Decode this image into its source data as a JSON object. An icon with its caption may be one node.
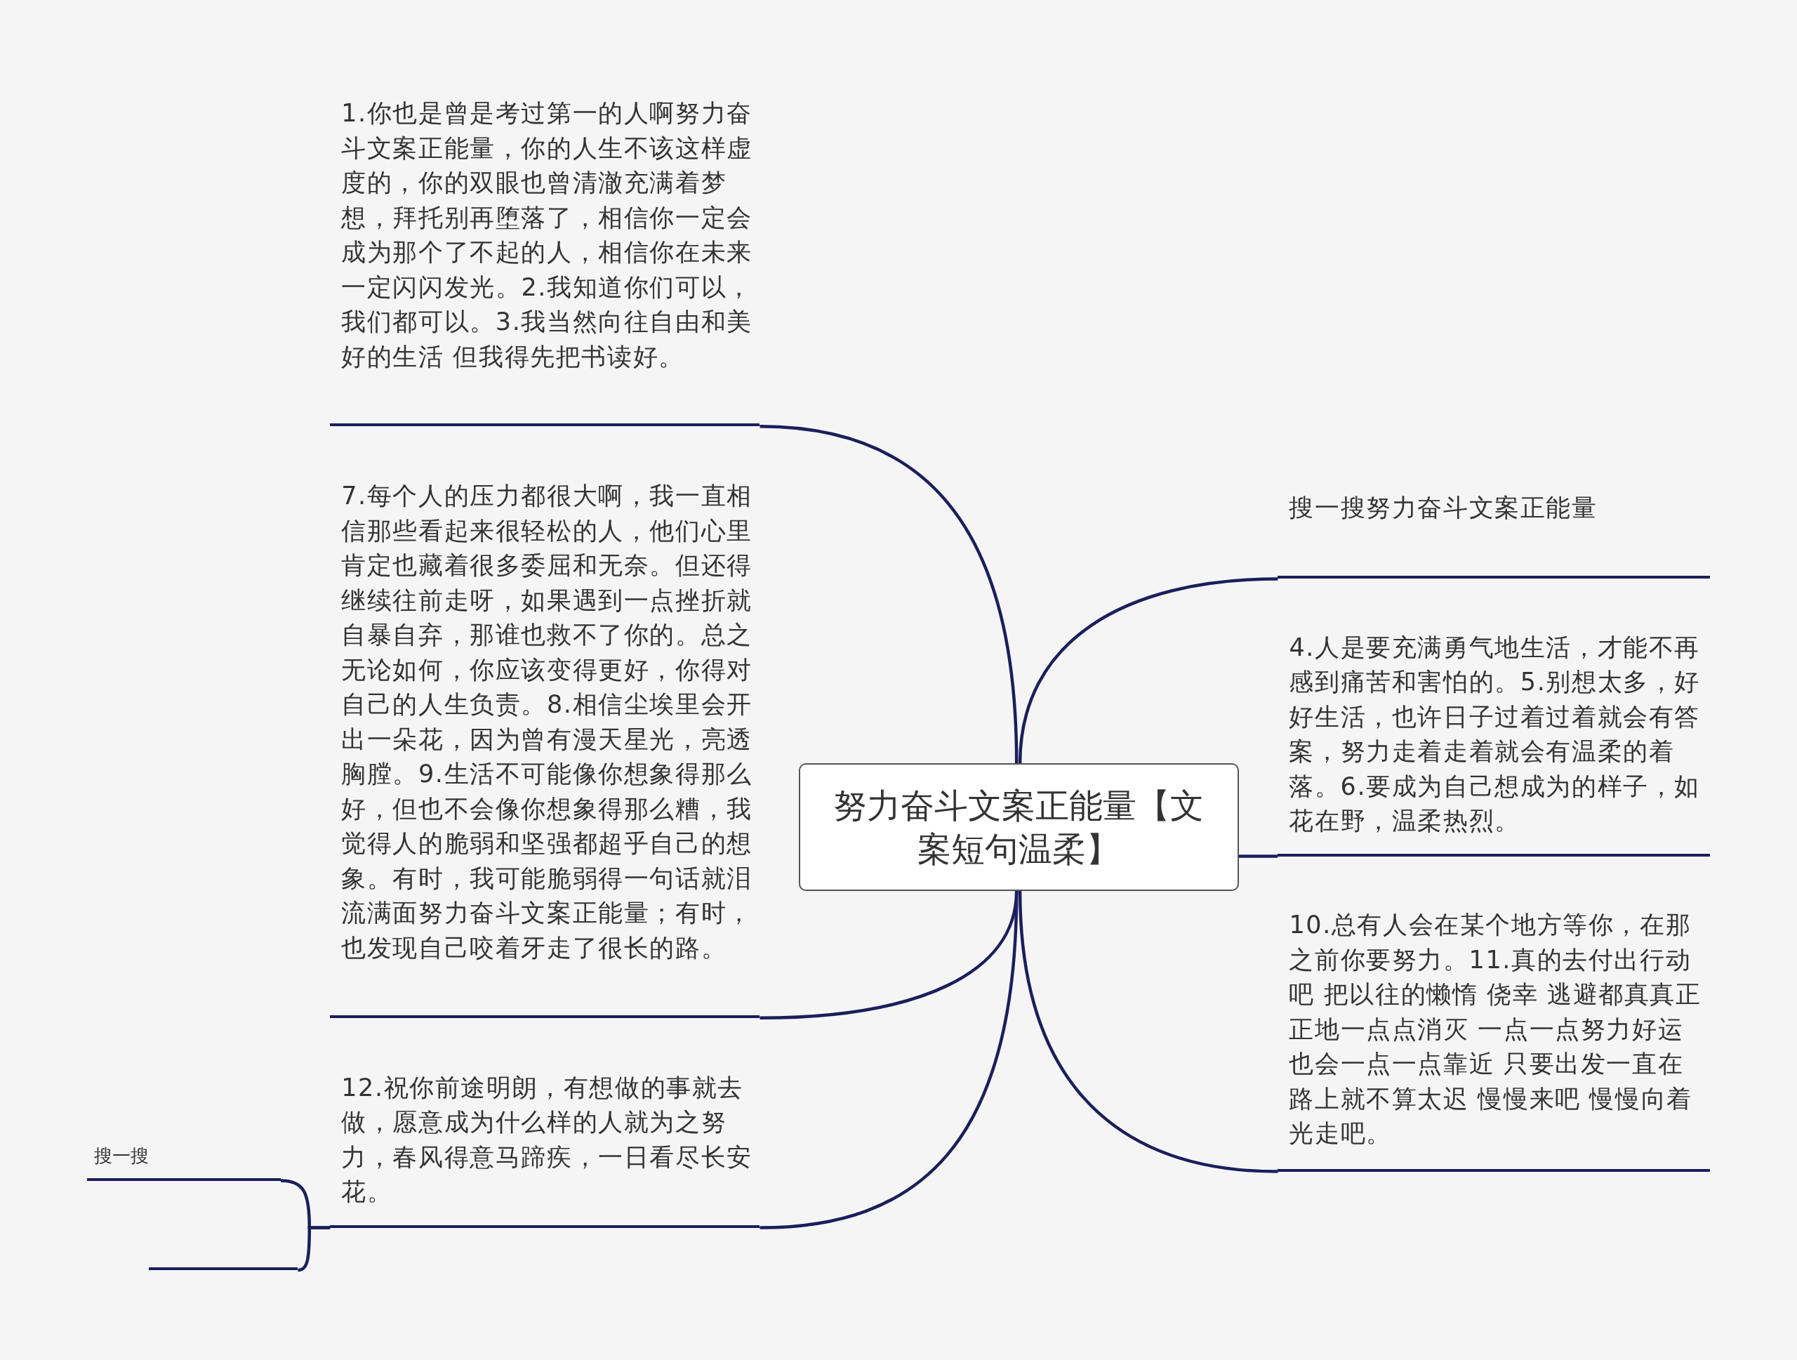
{
  "diagram": {
    "nodes": [
      {
        "text": [
          "努力奋斗文案正能量【文案短句温柔】"
        ]
      },
      {
        "text": [
          "1.你也是曾是考过第一的人啊努力奋斗文案正能量，你的人生不该这样虚度的，你的双眼也曾清澈充满着梦想，拜托别再堕落了，相信你一定会成为那个了不起的人，相信你在未来一定闪闪发光。2.我知道你们可以，我们都可以。3.我当然向往自由和美好的生活 但我得先把书读好。"
        ]
      },
      {
        "text": [
          "7.每个人的压力都很大啊，我一直相信那些看起来很轻松的人，他们心里肯定也藏着很多委屈和无奈。但还得继续往前走呀，如果遇到一点挫折就自暴自弃，那谁也救不了你的。总之无论如何，你应该变得更好，你得对自己的人生负责。8.相信尘埃里会开出一朵花，因为曾有漫天星光，亮透胸膛。9.生活不可能像你想象得那么好，但也不会像你想象得那么糟，我觉得人的脆弱和坚强都超乎自己的想象。有时，我可能脆弱得一句话就泪流满面努力奋斗文案正能量；有时，也发现自己咬着牙走了很长的路。"
        ]
      },
      {
        "text": [
          "12.祝你前途明朗，有想做的事就去做，愿意成为什么样的人就为之努力，春风得意马蹄疾，一日看尽长安花。"
        ]
      },
      {
        "text": [
          "搜一搜"
        ]
      },
      {
        "text": [],
        "shape": "bar"
      },
      {
        "text": [
          "搜一搜努力奋斗文案正能量"
        ]
      },
      {
        "text": [
          "4.人是要充满勇气地生活，才能不再感到痛苦和害怕的。5.别想太多，好好生活，也许日子过着过着就会有答案，努力走着走着就会有温柔的着落。6.要成为自己想成为的样子，如花在野，温柔热烈。"
        ]
      },
      {
        "text": [
          "10.总有人会在某个地方等你，在那之前你要努力。11.真的去付出行动吧 把以往的懒惰 侥幸 逃避都真真正正地一点点消灭 一点一点努力好运也会一点一点靠近 只要出发一直在路上就不算太迟 慢慢来吧 慢慢向着光走吧。"
        ]
      }
    ],
    "edges": [
      {
        "from": 0,
        "to": 1,
        "arrow": "none"
      },
      {
        "from": 0,
        "to": 2,
        "arrow": "none"
      },
      {
        "from": 0,
        "to": 3,
        "arrow": "none"
      },
      {
        "from": 3,
        "to": 4,
        "arrow": "none"
      },
      {
        "from": 3,
        "to": 5,
        "arrow": "none"
      },
      {
        "from": 0,
        "to": 6,
        "arrow": "none"
      },
      {
        "from": 0,
        "to": 7,
        "arrow": "none"
      },
      {
        "from": 0,
        "to": 8,
        "arrow": "none"
      }
    ]
  }
}
